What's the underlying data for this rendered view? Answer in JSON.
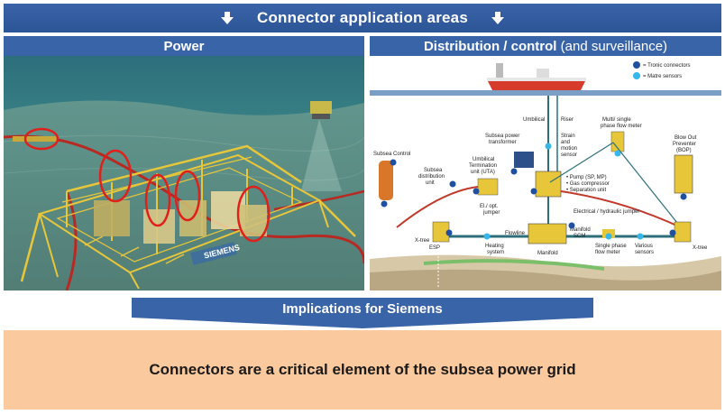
{
  "banner": {
    "title": "Connector application areas"
  },
  "panels": {
    "power": {
      "title": "Power",
      "nameplate": "SIEMENS"
    },
    "distribution": {
      "title_bold": "Distribution / control",
      "title_rest": " (and surveillance)",
      "legend": [
        {
          "label": "= Tronic connectors",
          "color": "#1f4fa0"
        },
        {
          "label": "= Matre sensors",
          "color": "#37b6ea"
        }
      ],
      "labels": {
        "umbilical": "Umbilical",
        "riser": "Riser",
        "flow_meter_multi_1": "Multi/ single",
        "flow_meter_multi_2": "phase flow meter",
        "bop_1": "Blow Out",
        "bop_2": "Preventer",
        "bop_3": "(BOP)",
        "subsea_control": "Subsea Control",
        "subsea_power_1": "Subsea power",
        "subsea_power_2": "transformer",
        "strain_1": "Strain",
        "strain_2": "and",
        "strain_3": "motion",
        "strain_4": "sensor",
        "distribution_unit_1": "Subsea",
        "distribution_unit_2": "distribution",
        "distribution_unit_3": "unit",
        "uta_1": "Umbilical",
        "uta_2": "Termination",
        "uta_3": "unit (UTA)",
        "pump": "• Pump (SP, MP)",
        "gas_compressor": "• Gas compressor",
        "separation": "• Separation unit",
        "el_jumper_1": "El./ opt.",
        "el_jumper_2": "jumper",
        "el_hydraulic": "Electrical / hydraulic jumper",
        "flowline": "Flowline",
        "manifold_scm_1": "Manifold",
        "manifold_scm_2": "SCM",
        "single_phase_1": "Single phase",
        "single_phase_2": "flow meter",
        "various_1": "Various",
        "various_2": "sensors",
        "xmas_tree_left": "X-tree",
        "xmas_tree_right": "X-tree",
        "heating_1": "Heating",
        "heating_2": "system",
        "manifold": "Manifold",
        "esp": "ESP"
      }
    }
  },
  "implications": {
    "title": "Implications for Siemens"
  },
  "conclusion": {
    "text": "Connectors are a critical element of the subsea power grid"
  },
  "colors": {
    "banner_blue": "#3a64a8",
    "highlight_red": "#e0201b",
    "conclusion_bg": "#fbc99e",
    "module_yellow": "#e8c63a"
  }
}
